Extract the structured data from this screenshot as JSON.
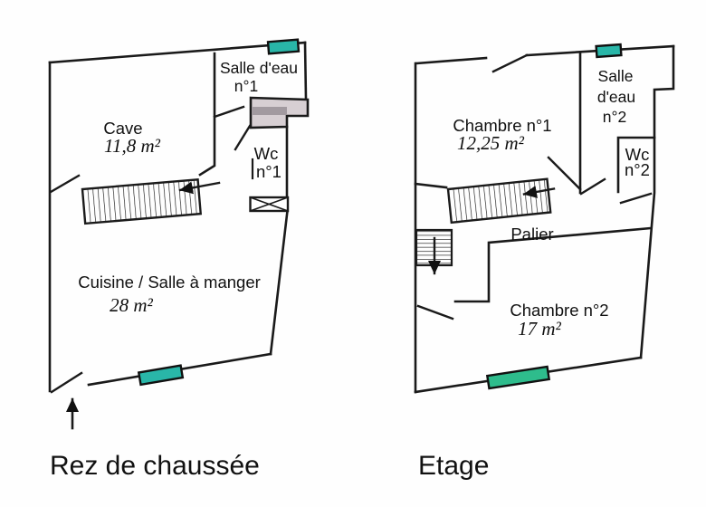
{
  "ground_floor": {
    "label": "Rez de chaussée",
    "rooms": {
      "salle_deau": {
        "name": "Salle d'eau",
        "number": "n°1"
      },
      "cave": {
        "name": "Cave",
        "area": "11,8 m²"
      },
      "wc": {
        "name": "Wc",
        "number": "n°1"
      },
      "cuisine": {
        "name": "Cuisine / Salle à manger",
        "area": "28 m²"
      }
    }
  },
  "upper_floor": {
    "label": "Etage",
    "rooms": {
      "chambre1": {
        "name": "Chambre n°1",
        "area": "12,25 m²"
      },
      "salle_deau": {
        "name_line1": "Salle",
        "name_line2": "d'eau",
        "number": "n°2"
      },
      "wc": {
        "name": "Wc",
        "number": "n°2"
      },
      "palier": {
        "name": "Palier"
      },
      "chambre2": {
        "name": "Chambre n°2",
        "area": "17 m²"
      }
    }
  },
  "colors": {
    "wall": "#1a1a1a",
    "window_teal": "#29b6a8",
    "window_green": "#2ebc8c",
    "shower_light": "#d7cfd3",
    "shower_dark": "#a29aa0",
    "floor_label_navy": "#252f78"
  }
}
